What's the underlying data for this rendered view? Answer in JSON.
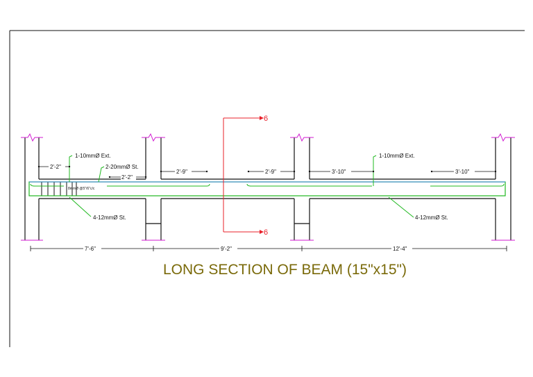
{
  "title": "LONG SECTION OF BEAM (15\"x15\")",
  "section_marks": {
    "top": "6",
    "bottom": "6"
  },
  "labels": {
    "ext_bar_left": "1-10mmØ Ext.",
    "st_bar_top": "2-20mmØ St.",
    "ext_bar_right": "1-10mmØ Ext.",
    "bottom_st_left": "4-12mmØ St.",
    "bottom_st_right": "4-12mmØ St.",
    "stirrups": "8mmØ @5\"/6\"c/c"
  },
  "dims": {
    "d1": "2'-2\"",
    "d2": "2'-2\"",
    "d3": "2'-9\"",
    "d4": "2'-9\"",
    "d5": "3'-10\"",
    "d6": "3'-10\"",
    "span1": "7'-6\"",
    "span2": "9'-2\"",
    "span3": "12'-4\""
  },
  "colors": {
    "structure": "#111111",
    "bars": "#1fb81f",
    "top_bar": "#2a7fd4",
    "break_marks": "#d21ad2",
    "section": "#e8202a",
    "title": "#7a6a0a"
  }
}
